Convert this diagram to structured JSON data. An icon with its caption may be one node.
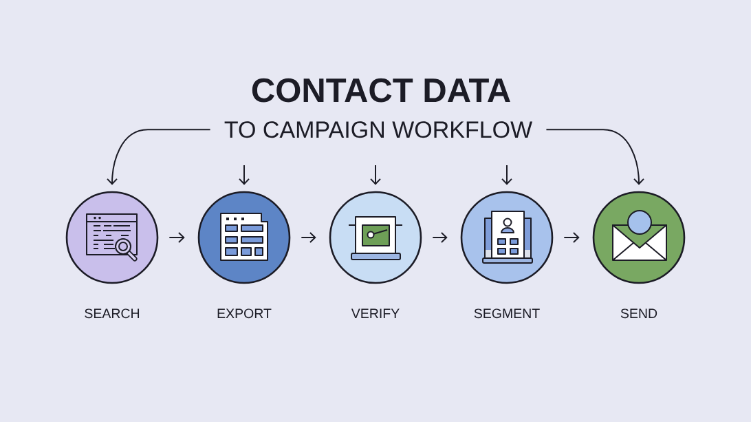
{
  "diagram": {
    "title": "CONTACT DATA",
    "nodes": [
      {
        "text": [
          "TO CAMPAIGN WORKFLOW"
        ]
      },
      {
        "text": [
          "SEARCH"
        ]
      },
      {
        "text": [
          "EXPORT"
        ]
      },
      {
        "text": [
          "VERIFY"
        ]
      },
      {
        "text": [
          "SEGMENT"
        ]
      },
      {
        "text": [
          "SEND"
        ]
      }
    ],
    "edges": [
      {
        "from": 0,
        "to": 1,
        "arrow": "to"
      },
      {
        "from": null,
        "to": 2,
        "arrow": "to"
      },
      {
        "from": null,
        "to": 3,
        "arrow": "to"
      },
      {
        "from": null,
        "to": 4,
        "arrow": "to"
      },
      {
        "from": 0,
        "to": 5,
        "arrow": "to"
      },
      {
        "from": 1,
        "to": 2,
        "arrow": "to"
      },
      {
        "from": 2,
        "to": 3,
        "arrow": "to"
      },
      {
        "from": 3,
        "to": 4,
        "arrow": "to"
      },
      {
        "from": 4,
        "to": 5,
        "arrow": "to"
      }
    ]
  }
}
